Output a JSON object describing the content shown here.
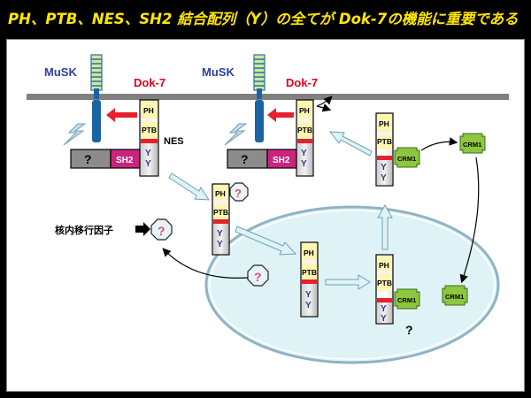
{
  "title": "PH、PTB、NES、SH2 結合配列（Y）の全てが Dok-7の機能に重要である",
  "labels": {
    "musk": "MuSK",
    "dok7": "Dok-7",
    "ph": "PH",
    "ptb": "PTB",
    "nes": "NES",
    "sh2": "SH2",
    "y": "Y",
    "unknown": "?",
    "crm1": "CRM1",
    "import_factor": "核内移行因子"
  },
  "colors": {
    "title": "#ffe600",
    "membrane": "#808080",
    "musk_blue": "#1a64a6",
    "musk_label": "#2a3f9f",
    "dok7_label": "#e3001b",
    "red_arrow": "#e8202a",
    "sh2_magenta": "#c8267e",
    "crm1_green": "#8dc63f",
    "y_blue": "#2b3990",
    "nucleus": "#dff3f7",
    "nucleus_stroke": "#8fb3c4",
    "question_pink": "#e0506e"
  }
}
